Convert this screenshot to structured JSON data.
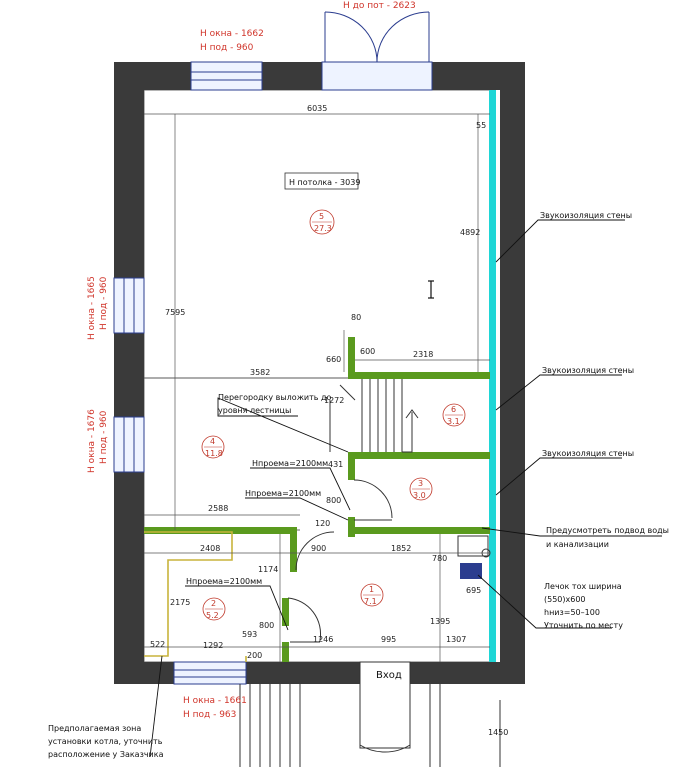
{
  "window_top": {
    "h_label": "Н окна - 1662",
    "sill_label": "Н под - 960"
  },
  "door_top": {
    "label": "Н до пот - 2623"
  },
  "window_left_upper": {
    "h_label": "Н окна - 1665",
    "sill_label": "Н под - 960"
  },
  "window_left_lower": {
    "h_label": "Н окна - 1676",
    "sill_label": "Н под - 960"
  },
  "window_bottom": {
    "h_label": "Н окна - 1661",
    "sill_label": "Н под - 963"
  },
  "ceiling": {
    "label": "Н потолка - 3039"
  },
  "rooms": [
    {
      "num": "5",
      "area": "27.3"
    },
    {
      "num": "6",
      "area": "3.1"
    },
    {
      "num": "4",
      "area": "11.8"
    },
    {
      "num": "3",
      "area": "3.0"
    },
    {
      "num": "2",
      "area": "5.2"
    },
    {
      "num": "1",
      "area": "7.1"
    }
  ],
  "dims": {
    "d6035": "6035",
    "d55": "55",
    "d4892": "4892",
    "d7595": "7595",
    "d80": "80",
    "d660": "660",
    "d600": "600",
    "d2318": "2318",
    "d3582": "3582",
    "d1272": "1272",
    "d431": "431",
    "d800a": "800",
    "d120": "120",
    "d2588": "2588",
    "d900": "900",
    "d1852": "1852",
    "d780": "780",
    "d2408": "2408",
    "d1174": "1174",
    "d695": "695",
    "d2175": "2175",
    "d800b": "800",
    "d593": "593",
    "d1246": "1246",
    "d1395": "1395",
    "d522": "522",
    "d1292": "1292",
    "d200": "200",
    "d995": "995",
    "d1307": "1307",
    "d1450": "1450"
  },
  "openings": {
    "op1": "Hпроема=2100мм",
    "op2": "Hпроема=2100мм",
    "op3": "Hпроема=2100мм"
  },
  "notes": {
    "partition_1": "Перегородку выложить до",
    "partition_2": "уровня лестницы",
    "sound_1": "Звукоизоляция стены",
    "sound_2": "Звукоизоляция стены",
    "sound_3": "Звукоизоляция стены",
    "water_1": "Предусмотреть подвод воды",
    "water_2": "и канализации",
    "tray_1": "Лечок тох ширина",
    "tray_2": "(550)х600",
    "tray_3": "hниз=50–100",
    "tray_4": "Уточнить по месту",
    "boiler_1": "Предполагаемая зона",
    "boiler_2": "установки котла, уточнить",
    "boiler_3": "расположение у Заказчика",
    "entrance": "Вход"
  },
  "colors": {
    "wall": "#3a3a3a",
    "partition": "#5a9a1e",
    "soundproof": "#1fd6d6",
    "accent_red": "#d0352b",
    "zone": "#c8b43c"
  }
}
